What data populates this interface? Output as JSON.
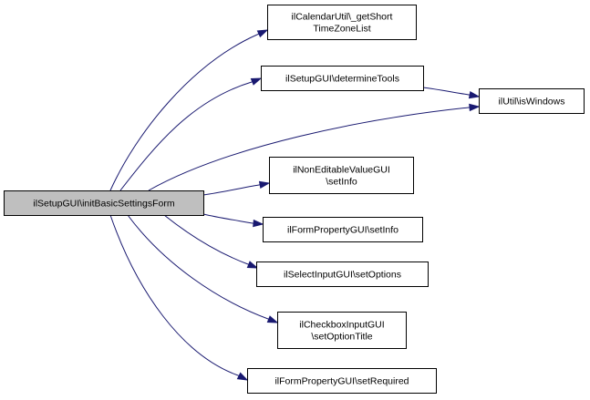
{
  "graph": {
    "root": {
      "id": "root",
      "lines": [
        "ilSetupGUI\\initBasicSettingsForm"
      ]
    },
    "nodes": [
      {
        "id": "n1",
        "lines": [
          "ilCalendarUtil\\_getShort",
          "TimeZoneList"
        ]
      },
      {
        "id": "n2",
        "lines": [
          "ilSetupGUI\\determineTools"
        ]
      },
      {
        "id": "n3",
        "lines": [
          "ilUtil\\isWindows"
        ]
      },
      {
        "id": "n4",
        "lines": [
          "ilNonEditableValueGUI",
          "\\setInfo"
        ]
      },
      {
        "id": "n5",
        "lines": [
          "ilFormPropertyGUI\\setInfo"
        ]
      },
      {
        "id": "n6",
        "lines": [
          "ilSelectInputGUI\\setOptions"
        ]
      },
      {
        "id": "n7",
        "lines": [
          "ilCheckboxInputGUI",
          "\\setOptionTitle"
        ]
      },
      {
        "id": "n8",
        "lines": [
          "ilFormPropertyGUI\\setRequired"
        ]
      }
    ],
    "edges": [
      {
        "from": "root",
        "to": "n1"
      },
      {
        "from": "root",
        "to": "n2"
      },
      {
        "from": "root",
        "to": "n3"
      },
      {
        "from": "root",
        "to": "n4"
      },
      {
        "from": "root",
        "to": "n5"
      },
      {
        "from": "root",
        "to": "n6"
      },
      {
        "from": "root",
        "to": "n7"
      },
      {
        "from": "root",
        "to": "n8"
      },
      {
        "from": "n2",
        "to": "n3"
      }
    ],
    "colors": {
      "edge": "#191970",
      "root_fill": "#bfbfbf",
      "node_fill": "#ffffff",
      "border": "#000000"
    }
  }
}
